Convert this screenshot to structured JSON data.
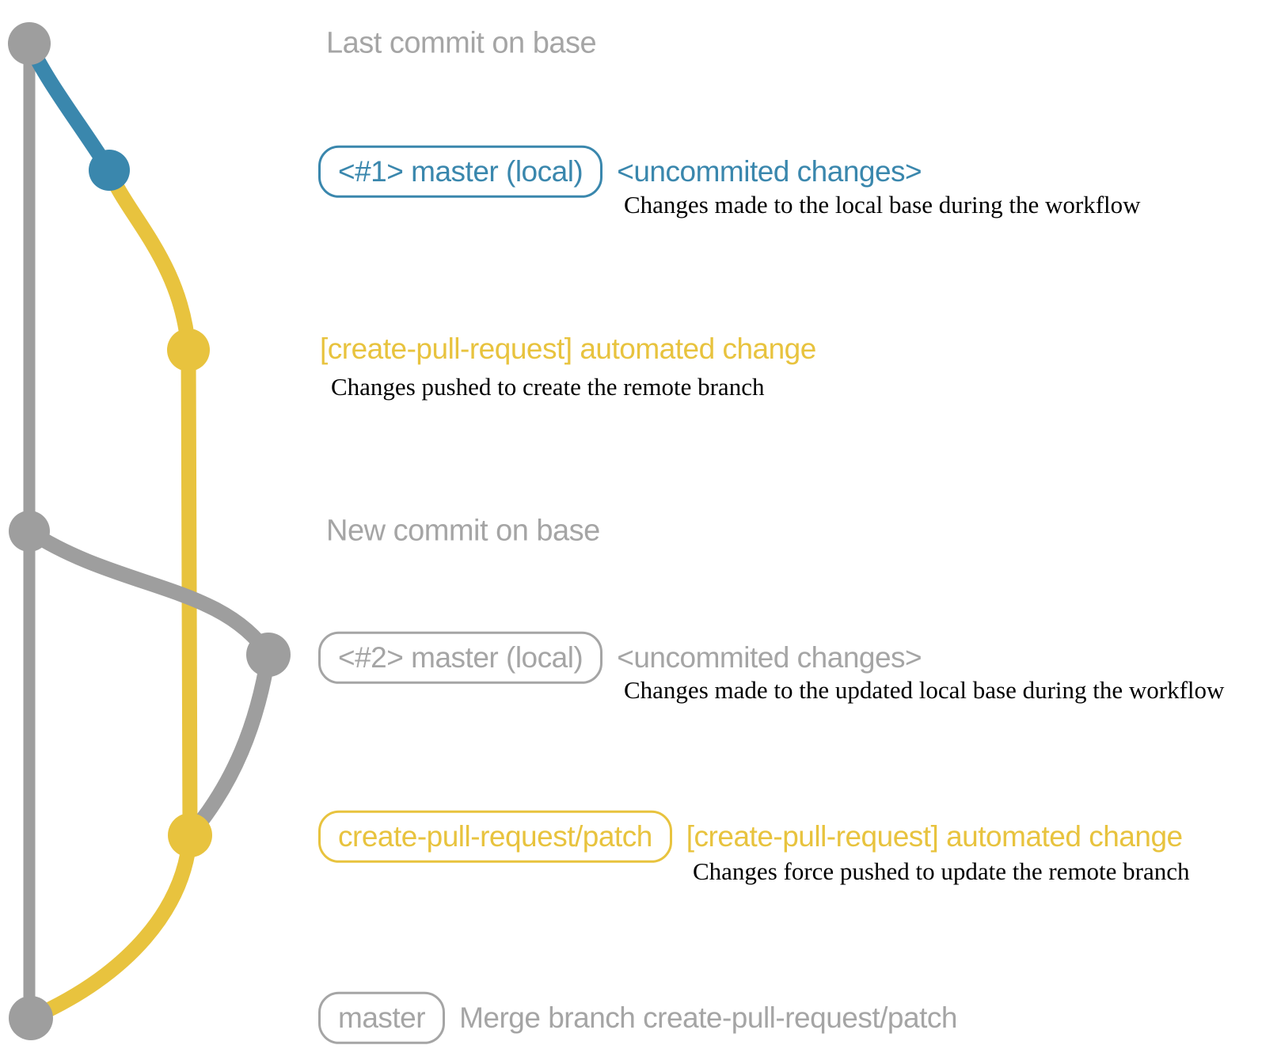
{
  "colors": {
    "base_gray": "#9e9e9e",
    "text_gray": "#a5a5a5",
    "blue": "#3a87ad",
    "yellow": "#e8c33e",
    "description_black": "#000000",
    "background": "#ffffff"
  },
  "graph": {
    "branches": [
      {
        "id": "base",
        "color": "#9e9e9e"
      },
      {
        "id": "master-local-1",
        "color": "#3a87ad"
      },
      {
        "id": "create-pull-request-patch",
        "color": "#e8c33e"
      },
      {
        "id": "master-local-2",
        "color": "#9e9e9e"
      }
    ],
    "commits": [
      {
        "id": "last-commit-on-base",
        "branch": "base",
        "color": "#9e9e9e"
      },
      {
        "id": "uncommited-changes-1",
        "branch": "master-local-1",
        "color": "#3a87ad"
      },
      {
        "id": "automated-change-1",
        "branch": "create-pull-request-patch",
        "color": "#e8c33e"
      },
      {
        "id": "new-commit-on-base",
        "branch": "base",
        "color": "#9e9e9e"
      },
      {
        "id": "uncommited-changes-2",
        "branch": "master-local-2",
        "color": "#9e9e9e"
      },
      {
        "id": "automated-change-2",
        "branch": "create-pull-request-patch",
        "color": "#e8c33e"
      },
      {
        "id": "merge-commit",
        "branch": "base",
        "color": "#9e9e9e"
      }
    ]
  },
  "rows": {
    "row1": {
      "note": "Last commit on base"
    },
    "row2": {
      "badge": "<#1> master (local)",
      "annotation": "<uncommited changes>",
      "description": "Changes made to the local base during the workflow"
    },
    "row3": {
      "heading": "[create-pull-request] automated change",
      "description": "Changes pushed to create the remote branch"
    },
    "row4": {
      "note": "New commit on base"
    },
    "row5": {
      "badge": "<#2> master (local)",
      "annotation": "<uncommited changes>",
      "description": "Changes made to the updated local base during the workflow"
    },
    "row6": {
      "badge": "create-pull-request/patch",
      "annotation": "[create-pull-request] automated change",
      "description": "Changes force pushed to update the remote branch"
    },
    "row7": {
      "badge": "master",
      "annotation": "Merge branch create-pull-request/patch"
    }
  }
}
